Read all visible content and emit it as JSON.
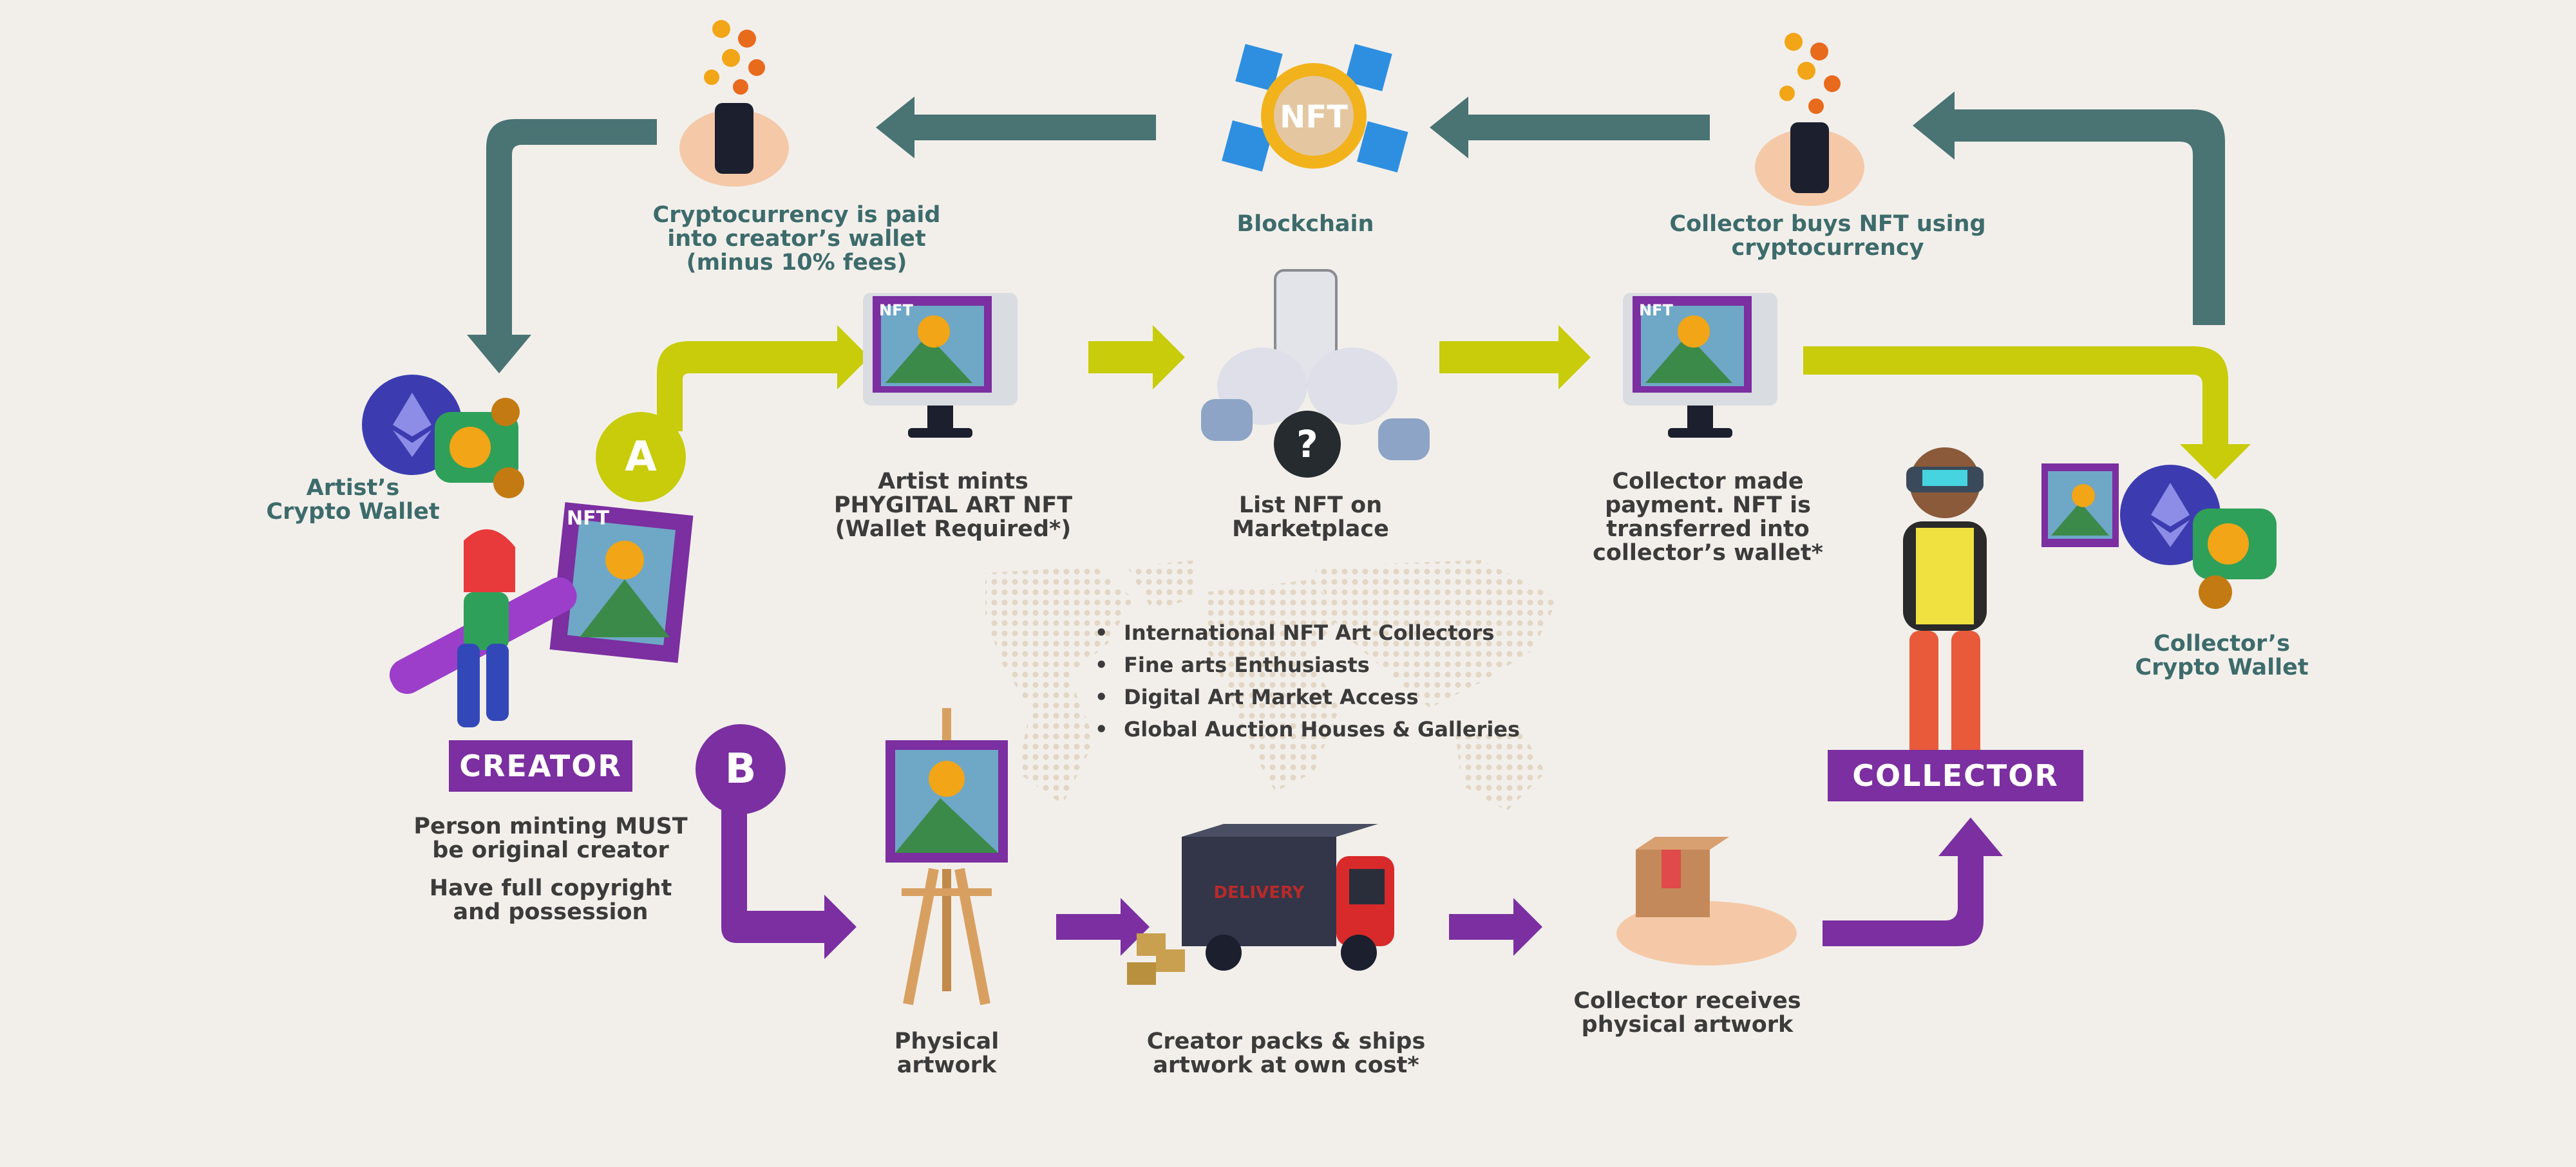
{
  "colors": {
    "teal": "#4a7374",
    "lime": "#c8cc0a",
    "purple": "#7b2fa0",
    "coin": "#f2a516",
    "eth": "#3c3cb0",
    "wallet": "#2fa05a",
    "background": "#f2efeb"
  },
  "icons": {
    "coins_hand_left": "coins-hand-phone-icon",
    "blockchain": "nft-blockchain-icon",
    "coins_hand_right": "coins-hand-phone-icon",
    "artist_wallet": "eth-wallet-icon",
    "creator": "creator-avatar-icon",
    "mint_monitor": "nft-monitor-icon",
    "marketplace": "phone-marketplace-icon",
    "collector_monitor": "nft-monitor-icon",
    "collector": "collector-avatar-icon",
    "collector_wallet": "eth-wallet-icon",
    "easel": "easel-artwork-icon",
    "truck": "delivery-truck-icon",
    "parcel": "parcel-hand-icon",
    "map": "world-map-dots-icon"
  },
  "labels": {
    "crypto_paid": [
      "Cryptocurrency is paid",
      "into creator’s wallet",
      "(minus 10% fees)"
    ],
    "blockchain": [
      "Blockchain"
    ],
    "collector_buys": [
      "Collector buys NFT using",
      "cryptocurrency"
    ],
    "artist_wallet": [
      "Artist’s",
      "Crypto Wallet"
    ],
    "artist_mints": [
      "Artist mints",
      "PHYGITAL ART NFT",
      "(Wallet Required*)"
    ],
    "list_nft": [
      "List NFT on",
      "Marketplace"
    ],
    "collector_made_payment": [
      "Collector made",
      "payment. NFT is",
      "transferred into",
      "collector’s wallet*"
    ],
    "collector_wallet": [
      "Collector’s",
      "Crypto Wallet"
    ],
    "creator_note_1": [
      "Person minting MUST",
      "be original creator"
    ],
    "creator_note_2": [
      "Have full copyright",
      "and possession"
    ],
    "physical_artwork": [
      "Physical",
      "artwork"
    ],
    "creator_packs": [
      "Creator packs & ships",
      "artwork at own cost*"
    ],
    "collector_receives": [
      "Collector receives",
      "physical artwork"
    ]
  },
  "nft_text": "NFT",
  "truck_text": "DELIVERY",
  "marketplace_icon_text": "?",
  "route_a": "A",
  "route_b": "B",
  "creator_badge": "CREATOR",
  "collector_badge": "COLLECTOR",
  "audience": [
    "International NFT Art Collectors",
    "Fine arts Enthusiasts",
    "Digital Art Market Access",
    "Global Auction Houses & Galleries"
  ]
}
